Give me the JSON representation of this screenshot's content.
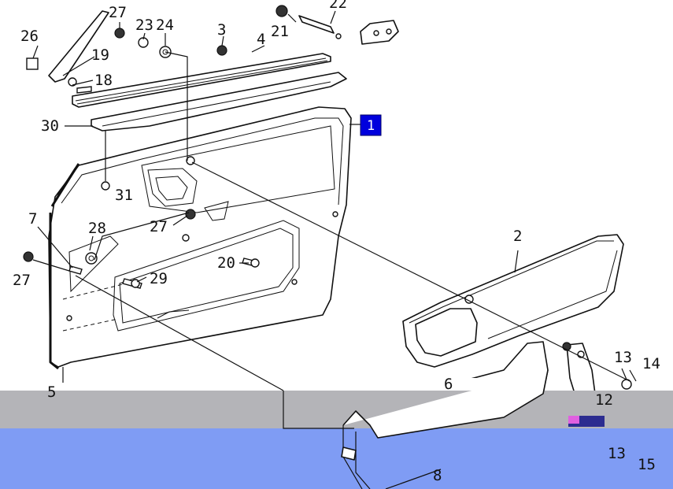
{
  "highlight": {
    "label": "1",
    "color": "#0000dd"
  },
  "labels": {
    "l27a": "27",
    "l23": "23",
    "l24": "24",
    "l22": "22",
    "l26": "26",
    "l3": "3",
    "l4": "4",
    "l21": "21",
    "l19": "19",
    "l18": "18",
    "l30": "30",
    "l31": "31",
    "l7": "7",
    "l28": "28",
    "l27b": "27",
    "l27c": "27",
    "l20": "20",
    "l29": "29",
    "l2": "2",
    "l5": "5",
    "l6": "6",
    "l13a": "13",
    "l14": "14",
    "l12": "12",
    "l13b": "13",
    "l15": "15",
    "l8": "8"
  },
  "overlays": {
    "gray_band_color": "#b4b4b8",
    "blue_band_color": "#7f9cf4",
    "chip_color": "#2c2c90"
  }
}
